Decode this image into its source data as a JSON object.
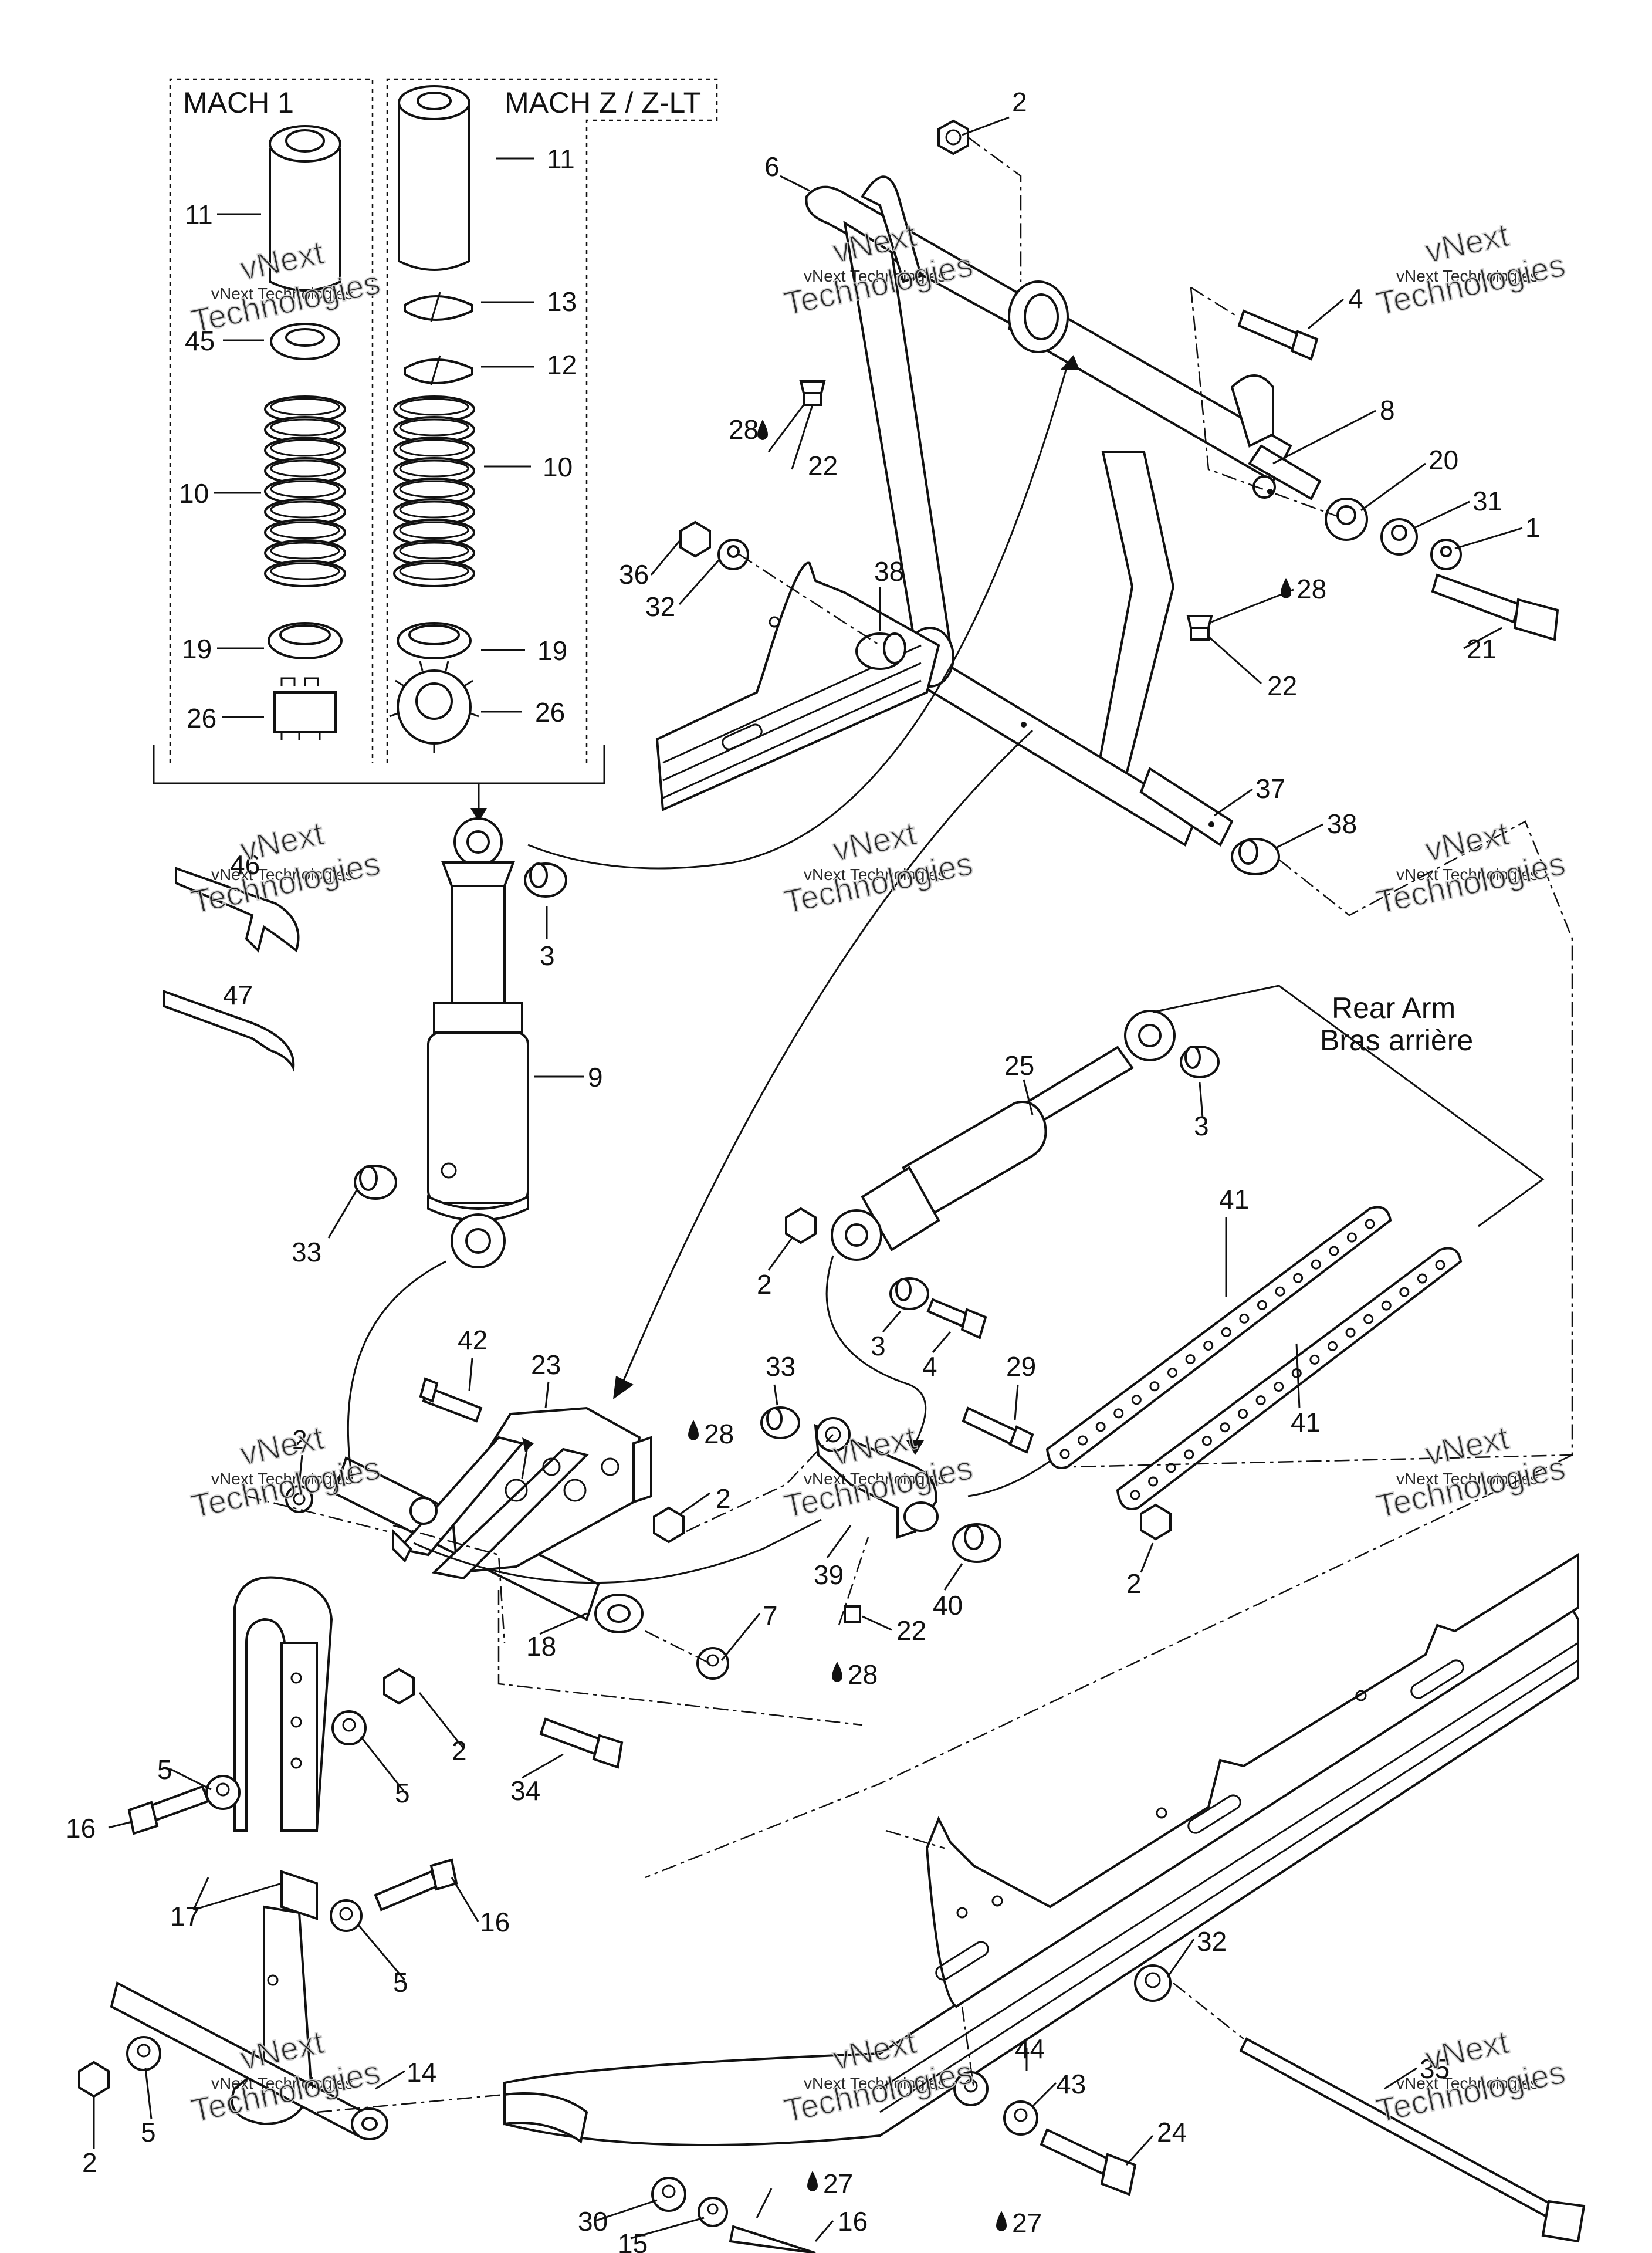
{
  "boxes": {
    "mach1": "MACH 1",
    "machz": "MACH Z / Z-LT"
  },
  "rear_arm": {
    "line1": "Rear Arm",
    "line2": "Bras arrière"
  },
  "watermark": {
    "line1": "vNext Technologies",
    "big1": "vNext",
    "big2": "Technologies"
  },
  "callouts": [
    {
      "id": "c1",
      "text": "11"
    },
    {
      "id": "c2",
      "text": "11"
    },
    {
      "id": "c3",
      "text": "13"
    },
    {
      "id": "c4",
      "text": "45"
    },
    {
      "id": "c5",
      "text": "12"
    },
    {
      "id": "c6",
      "text": "10"
    },
    {
      "id": "c7",
      "text": "10"
    },
    {
      "id": "c8",
      "text": "19"
    },
    {
      "id": "c9",
      "text": "19"
    },
    {
      "id": "c10",
      "text": "26"
    },
    {
      "id": "c11",
      "text": "26"
    },
    {
      "id": "c12",
      "text": "2"
    },
    {
      "id": "c13",
      "text": "6"
    },
    {
      "id": "c14",
      "text": "4"
    },
    {
      "id": "c15",
      "text": "28"
    },
    {
      "id": "c16",
      "text": "22"
    },
    {
      "id": "c17",
      "text": "8"
    },
    {
      "id": "c18",
      "text": "20"
    },
    {
      "id": "c19",
      "text": "31"
    },
    {
      "id": "c20",
      "text": "1"
    },
    {
      "id": "c21",
      "text": "36"
    },
    {
      "id": "c22",
      "text": "32"
    },
    {
      "id": "c23",
      "text": "38"
    },
    {
      "id": "c24",
      "text": "28"
    },
    {
      "id": "c25",
      "text": "21"
    },
    {
      "id": "c26",
      "text": "22"
    },
    {
      "id": "c27",
      "text": "37"
    },
    {
      "id": "c28",
      "text": "38"
    },
    {
      "id": "c29",
      "text": "46"
    },
    {
      "id": "c30",
      "text": "3"
    },
    {
      "id": "c31",
      "text": "47"
    },
    {
      "id": "c32",
      "text": "25"
    },
    {
      "id": "c33",
      "text": "3"
    },
    {
      "id": "c34",
      "text": "9"
    },
    {
      "id": "c35",
      "text": "41"
    },
    {
      "id": "c36",
      "text": "33"
    },
    {
      "id": "c37",
      "text": "2"
    },
    {
      "id": "c38",
      "text": "3"
    },
    {
      "id": "c39",
      "text": "4"
    },
    {
      "id": "c40",
      "text": "42"
    },
    {
      "id": "c41",
      "text": "23"
    },
    {
      "id": "c42",
      "text": "33"
    },
    {
      "id": "c43",
      "text": "29"
    },
    {
      "id": "c44",
      "text": "41"
    },
    {
      "id": "c45",
      "text": "28"
    },
    {
      "id": "c46",
      "text": "2"
    },
    {
      "id": "c47",
      "text": "2"
    },
    {
      "id": "c48",
      "text": "39"
    },
    {
      "id": "c49",
      "text": "40"
    },
    {
      "id": "c50",
      "text": "2"
    },
    {
      "id": "c51",
      "text": "18"
    },
    {
      "id": "c52",
      "text": "7"
    },
    {
      "id": "c53",
      "text": "22"
    },
    {
      "id": "c54",
      "text": "28"
    },
    {
      "id": "c55",
      "text": "2"
    },
    {
      "id": "c56",
      "text": "5"
    },
    {
      "id": "c57",
      "text": "5"
    },
    {
      "id": "c58",
      "text": "34"
    },
    {
      "id": "c59",
      "text": "16"
    },
    {
      "id": "c60",
      "text": "17"
    },
    {
      "id": "c61",
      "text": "16"
    },
    {
      "id": "c62",
      "text": "5"
    },
    {
      "id": "c63",
      "text": "32"
    },
    {
      "id": "c64",
      "text": "14"
    },
    {
      "id": "c65",
      "text": "44"
    },
    {
      "id": "c66",
      "text": "35"
    },
    {
      "id": "c67",
      "text": "43"
    },
    {
      "id": "c68",
      "text": "2"
    },
    {
      "id": "c69",
      "text": "5"
    },
    {
      "id": "c70",
      "text": "24"
    },
    {
      "id": "c71",
      "text": "27"
    },
    {
      "id": "c72",
      "text": "30"
    },
    {
      "id": "c73",
      "text": "16"
    },
    {
      "id": "c74",
      "text": "27"
    },
    {
      "id": "c75",
      "text": "15"
    }
  ]
}
